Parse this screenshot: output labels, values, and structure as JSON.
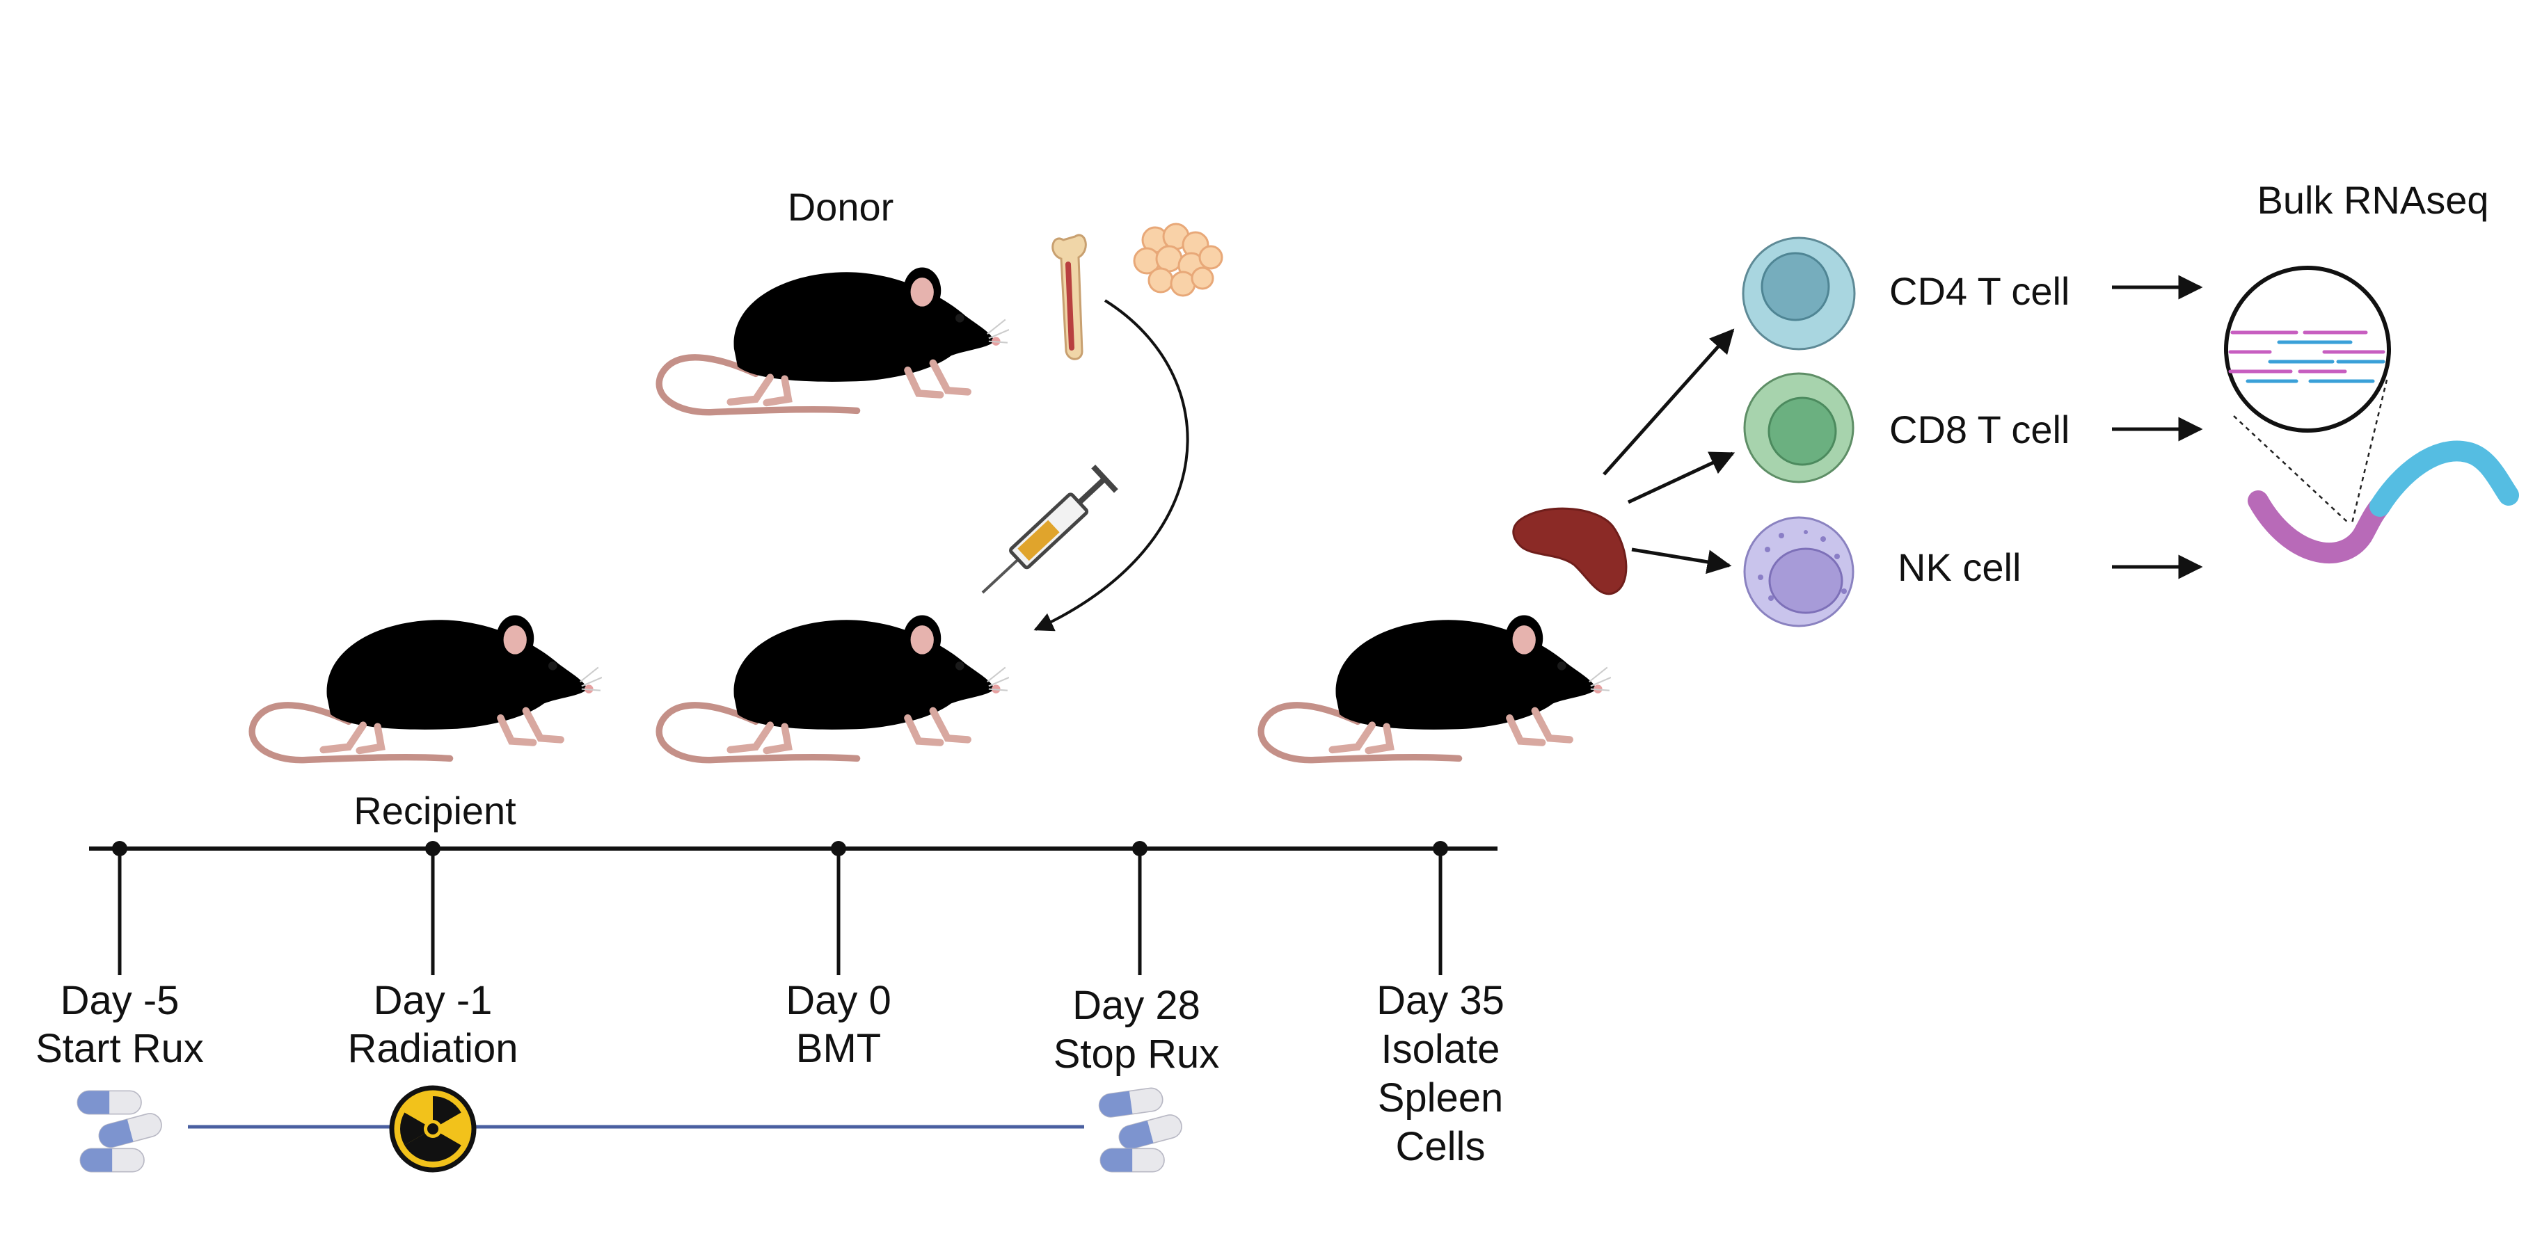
{
  "labels": {
    "donor": "Donor",
    "recipient": "Recipient",
    "bulk_rnaseq": "Bulk RNAseq"
  },
  "cells": [
    {
      "name": "CD4 T cell",
      "color": "#a9d6e0",
      "nucleus": "#76adbd"
    },
    {
      "name": "CD8 T cell",
      "color": "#a7d3ad",
      "nucleus": "#6bb080"
    },
    {
      "name": "NK cell",
      "color": "#c9c4ec",
      "nucleus": "#a79bd8"
    }
  ],
  "timeline": [
    {
      "line1": "Day -5",
      "line2": "Start Rux"
    },
    {
      "line1": "Day -1",
      "line2": "Radiation"
    },
    {
      "line1": "Day 0",
      "line2": "BMT"
    },
    {
      "line1": "Day 28",
      "line2": "Stop Rux"
    },
    {
      "line1": "Day 35",
      "line2": "Isolate",
      "line3": "Spleen",
      "line4": "Cells"
    }
  ],
  "colors": {
    "black_mouse": "#3c3834",
    "white_mouse": "#e8e4e0",
    "tail": "#c49088",
    "spleen": "#8b2a26",
    "treatment_line": "#4a5fa0",
    "rna_magenta": "#b86ab8",
    "rna_blue": "#55bde2",
    "radiation_yellow": "#f2c21b"
  },
  "icons": [
    "white-mouse-icon",
    "black-mouse-icon",
    "bone-icon",
    "bone-marrow-cells-icon",
    "syringe-icon",
    "spleen-icon",
    "pill-icon",
    "radiation-icon",
    "magnifier-icon",
    "rna-strand-icon"
  ]
}
